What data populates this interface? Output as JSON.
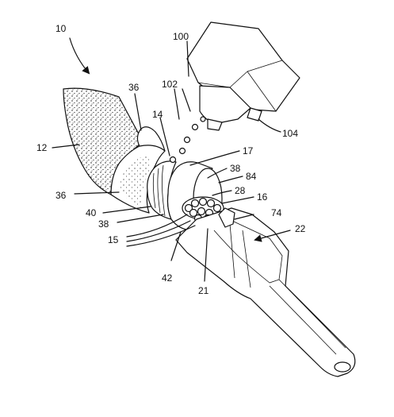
{
  "labels": {
    "l10": "10",
    "l100": "100",
    "l102": "102",
    "l104": "104",
    "l36a": "36",
    "l14": "14",
    "l12": "12",
    "l17": "17",
    "l38a": "38",
    "l84": "84",
    "l28": "28",
    "l16": "16",
    "l36b": "36",
    "l40": "40",
    "l38b": "38",
    "l15": "15",
    "l74": "74",
    "l22": "22",
    "l42": "42",
    "l21": "21"
  },
  "colors": {
    "ink": "#111111",
    "paper": "#ffffff"
  }
}
